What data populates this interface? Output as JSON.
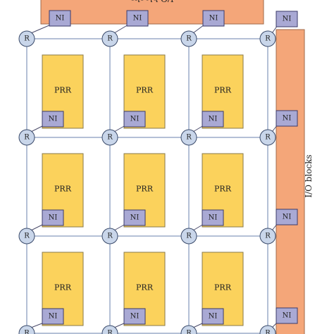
{
  "labels": {
    "router": "R",
    "network_interface": "NI",
    "prr": "PRR",
    "io_top": "I/O blocks",
    "io_right": "I/O blocks"
  },
  "colors": {
    "io_block": "#f4a679",
    "prr": "#fbd25c",
    "network_interface": "#a9a9d4",
    "router": "#c9d6ea",
    "mesh_link": "#b4c0d6"
  },
  "grid": {
    "prr_rows": 3,
    "prr_cols": 3,
    "router_rows": 4,
    "router_cols": 4,
    "top_io_interfaces": 3,
    "right_io_interfaces": 4
  }
}
